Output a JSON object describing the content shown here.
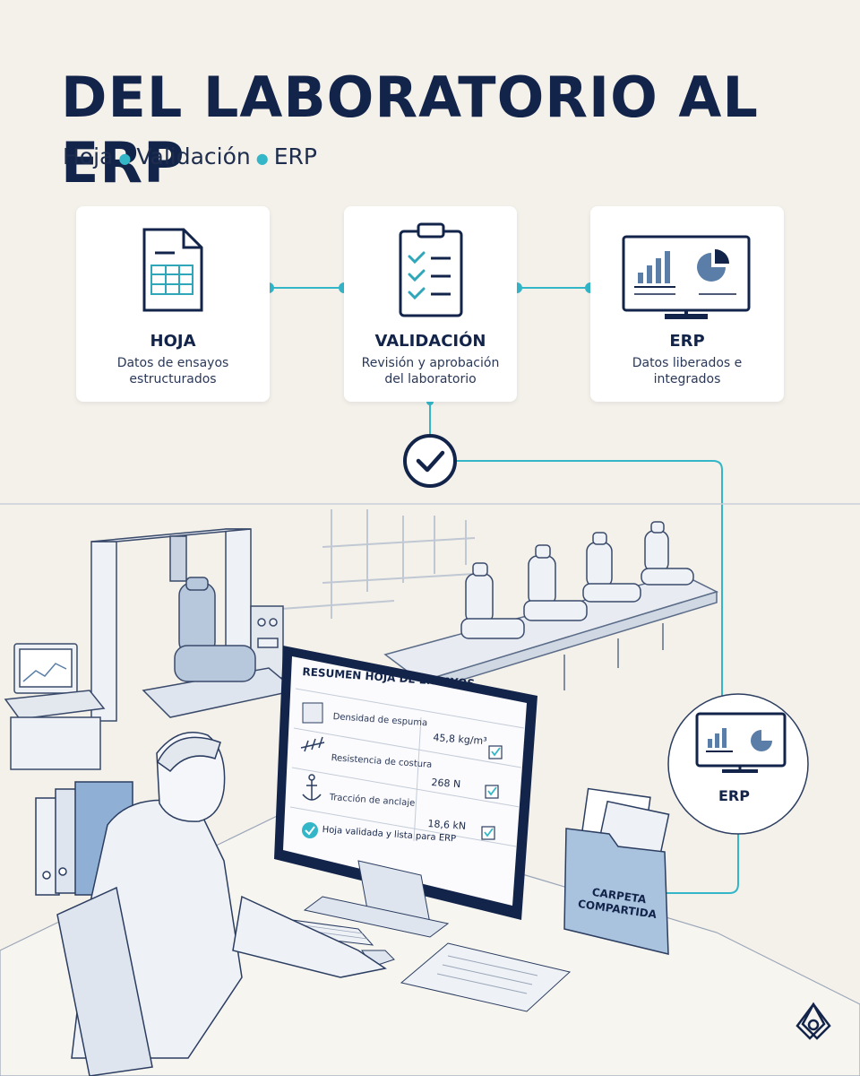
{
  "header": {
    "title": "DEL LABORATORIO AL ERP",
    "subtitle_steps": [
      "Hoja",
      "Validación",
      "ERP"
    ]
  },
  "cards": [
    {
      "title": "HOJA",
      "description_line1": "Datos de ensayos",
      "description_line2": "estructurados",
      "icon": "spreadsheet-icon"
    },
    {
      "title": "VALIDACIÓN",
      "description_line1": "Revisión y aprobación",
      "description_line2": "del laboratorio",
      "icon": "clipboard-checklist-icon"
    },
    {
      "title": "ERP",
      "description_line1": "Datos liberados e",
      "description_line2": "integrados",
      "icon": "monitor-dashboard-icon"
    }
  ],
  "monitor": {
    "title": "RESUMEN HOJA DE ENSAYOS",
    "rows": [
      {
        "label": "Densidad de espuma",
        "value": "45,8 kg/m³",
        "icon": "cube-icon"
      },
      {
        "label": "Resistencia de costura",
        "value": "268 N",
        "icon": "stitch-icon"
      },
      {
        "label": "Tracción de anclaje",
        "value": "18,6 kN",
        "icon": "anchor-icon"
      }
    ],
    "status": "Hoja validada y lista para ERP"
  },
  "erp_bubble": {
    "label": "ERP"
  },
  "folder": {
    "line1": "CARPETA",
    "line2": "COMPARTIDA"
  },
  "colors": {
    "navy": "#13244a",
    "accent": "#33b6c8",
    "background": "#f4f1ea",
    "folder_blue": "#a9c3df"
  }
}
